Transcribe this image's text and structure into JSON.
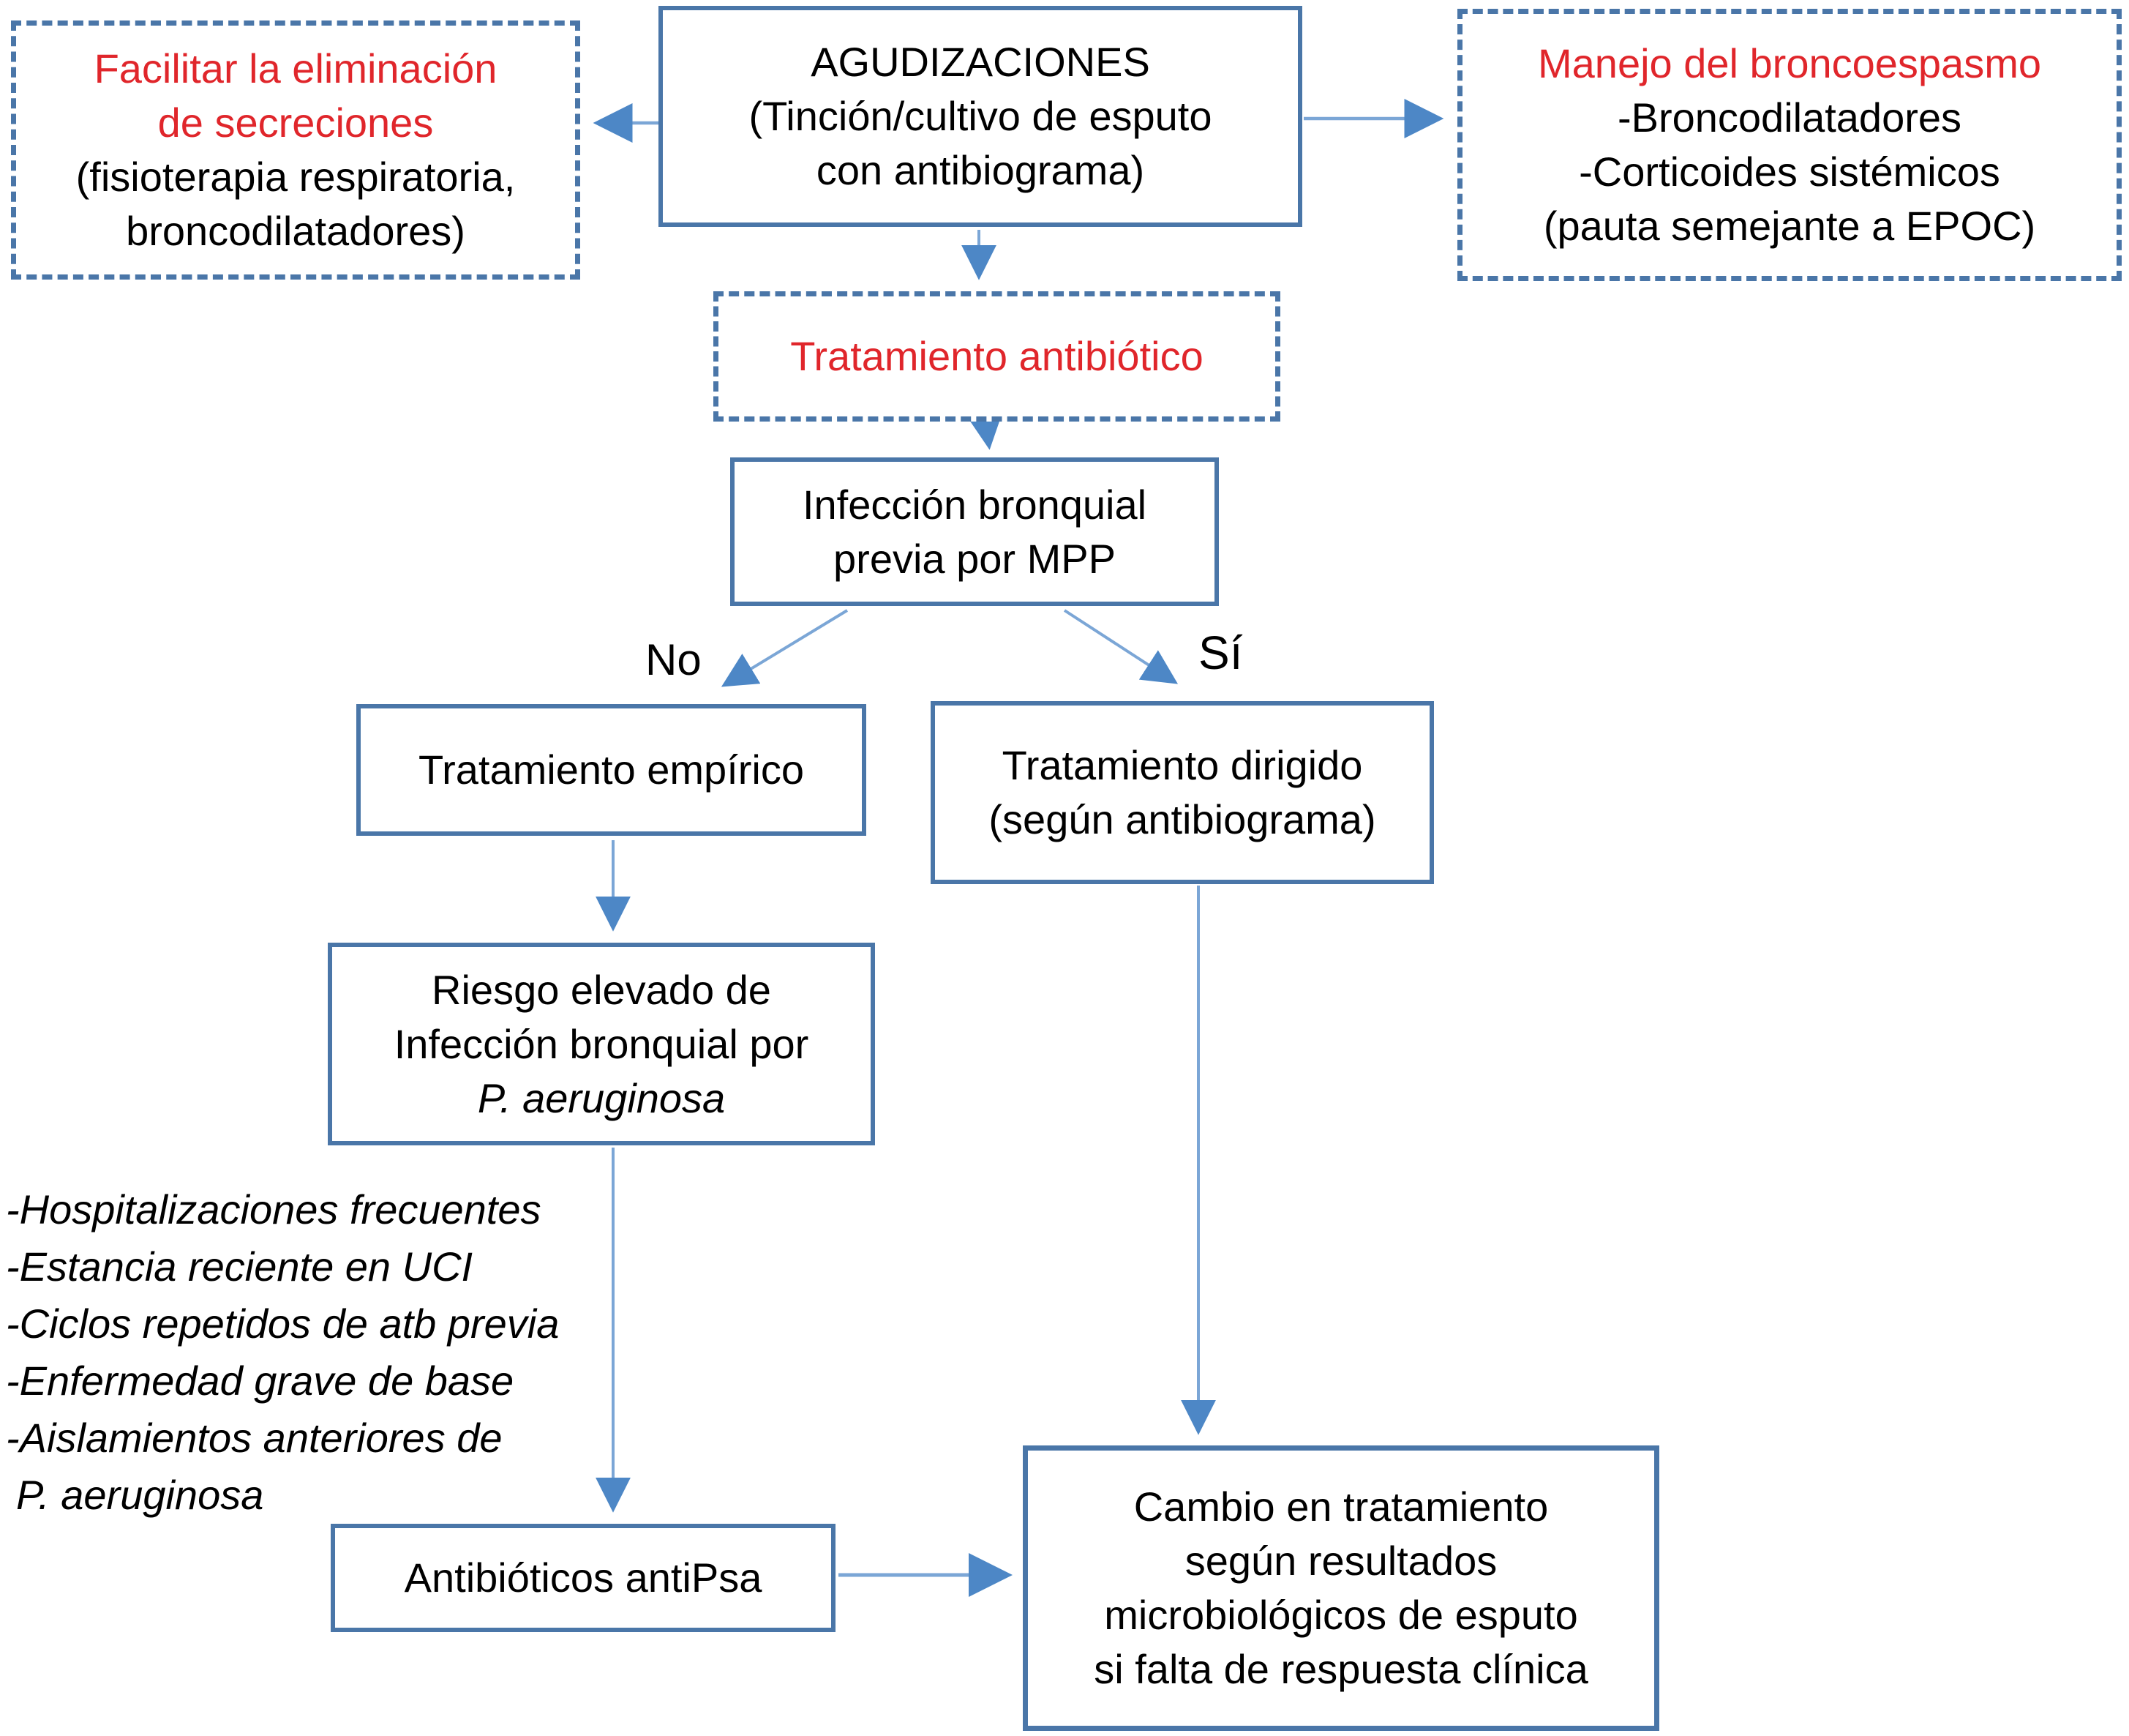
{
  "colors": {
    "accent_red": "#e0262b",
    "border_blue": "#4a76a8",
    "arrow_stem": "#7ba6d6",
    "arrow_head": "#4d87c6"
  },
  "nodes": {
    "eliminacion": {
      "lines": [
        "Facilitar la eliminación",
        "de secreciones",
        "(fisioterapia respiratoria,",
        "broncodilatadores)"
      ]
    },
    "agudizaciones": {
      "lines": [
        "AGUDIZACIONES",
        "(Tinción/cultivo de esputo",
        "con antibiograma)"
      ]
    },
    "broncoespasmo": {
      "lines": [
        "Manejo del broncoespasmo",
        "-Broncodilatadores",
        "-Corticoides sistémicos",
        "(pauta semejante a EPOC)"
      ]
    },
    "tratamiento_antibiotico": {
      "label": "Tratamiento antibiótico"
    },
    "mpp": {
      "lines": [
        "Infección bronquial",
        "previa por MPP"
      ]
    },
    "empirico": {
      "label": "Tratamiento empírico"
    },
    "dirigido": {
      "lines": [
        "Tratamiento dirigido",
        "(según antibiograma)"
      ]
    },
    "riesgo": {
      "lines": [
        "Riesgo elevado de",
        "Infección bronquial por",
        "P. aeruginosa"
      ]
    },
    "antipsa": {
      "label": "Antibióticos antiPsa"
    },
    "cambio": {
      "lines": [
        "Cambio en tratamiento",
        "según resultados",
        "microbiológicos de esputo",
        "si falta de respuesta clínica"
      ]
    }
  },
  "edge_labels": {
    "no": "No",
    "si": "Sí"
  },
  "risk_factors_lines": [
    "-Hospitalizaciones frecuentes",
    "-Estancia reciente en UCI",
    "-Ciclos repetidos de atb previa",
    "-Enfermedad grave de base",
    "-Aislamientos anteriores de",
    "P. aeruginosa"
  ]
}
